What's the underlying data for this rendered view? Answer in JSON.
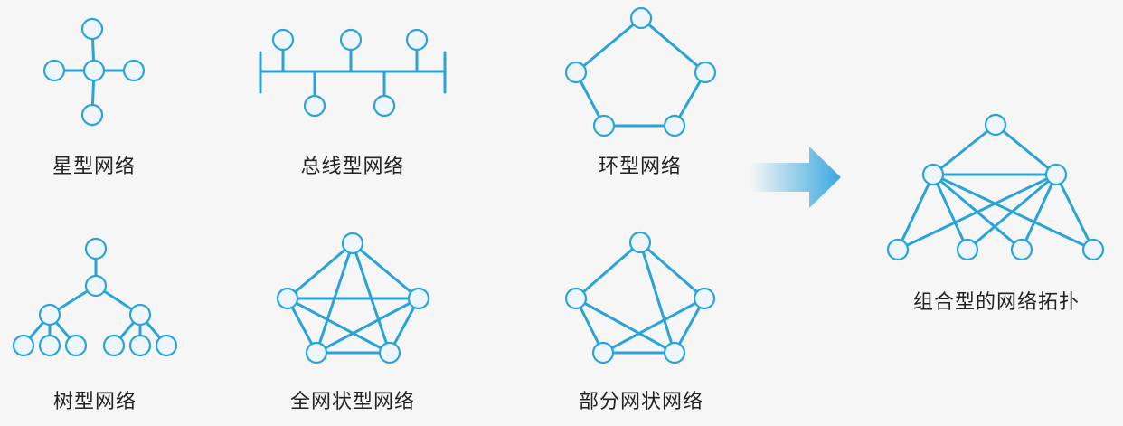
{
  "diagrams": {
    "star": {
      "label": "星型网络"
    },
    "bus": {
      "label": "总线型网络"
    },
    "ring": {
      "label": "环型网络"
    },
    "tree": {
      "label": "树型网络"
    },
    "full_mesh": {
      "label": "全网状型网络"
    },
    "partial_mesh": {
      "label": "部分网状网络"
    },
    "combined": {
      "label": "组合型的网络拓扑"
    }
  },
  "colors": {
    "line": "#2aa3d8",
    "node_fill": "#eef6fb",
    "arrow": "#3aa8e0"
  }
}
